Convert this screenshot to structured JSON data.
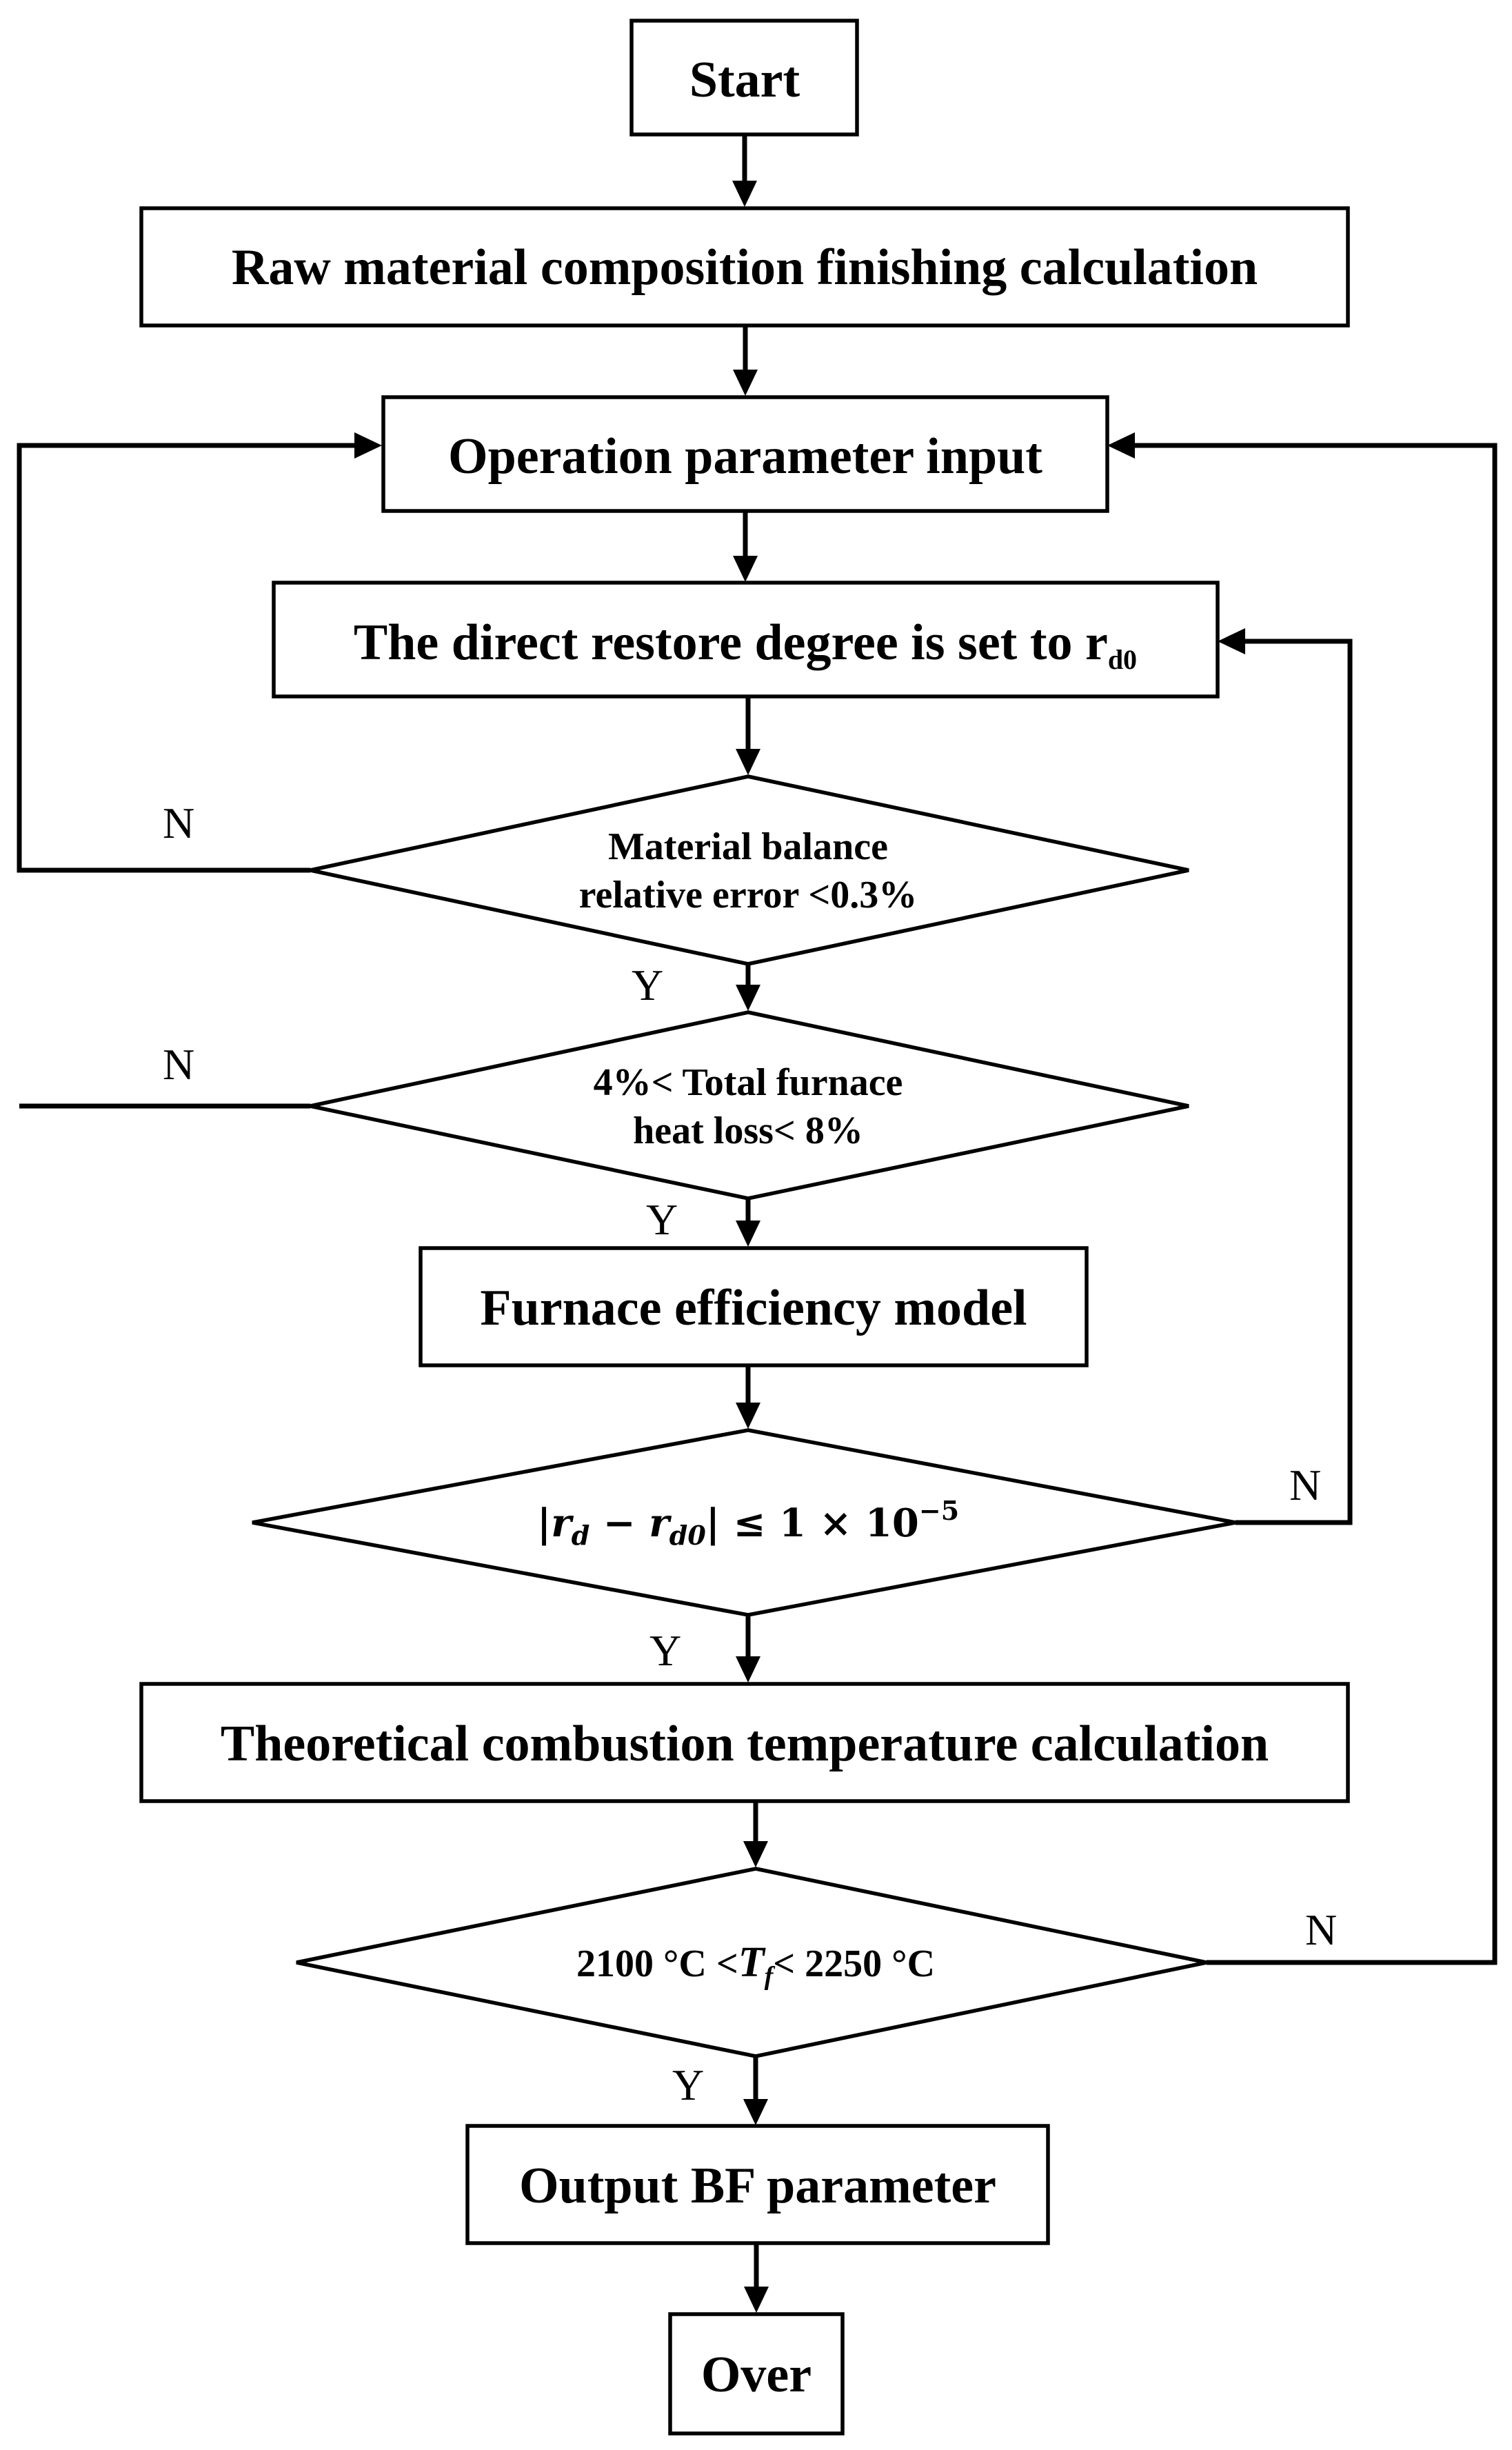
{
  "nodes": {
    "start": "Start",
    "raw_material": "Raw material composition finishing calculation",
    "operation_input": "Operation parameter input",
    "direct_restore": {
      "text": "The direct restore degree is set to r",
      "subscript": "d0"
    },
    "material_balance": {
      "line1": "Material balance",
      "line2": "relative error <0.3%"
    },
    "heat_loss": {
      "line1": "4%< Total furnace",
      "line2": "heat loss< 8%"
    },
    "furnace_efficiency": "Furnace efficiency model",
    "convergence": {
      "abs_open": "|",
      "r1": "r",
      "r1_sub": "d",
      "minus": " − ",
      "r2": "r",
      "r2_sub": "d0",
      "abs_close": "| ≤ 1 × 10",
      "exponent": "−5"
    },
    "combustion_temp": "Theoretical combustion temperature calculation",
    "temp_check": {
      "left": "2100 °C <",
      "var": "T",
      "var_sub": "f",
      "right": "< 2250 °C"
    },
    "output": "Output BF parameter",
    "over": "Over"
  },
  "labels": {
    "n1": "N",
    "y1": "Y",
    "n2": "N",
    "y2": "Y",
    "n3": "N",
    "y3": "Y",
    "n4": "N",
    "y4": "Y"
  }
}
